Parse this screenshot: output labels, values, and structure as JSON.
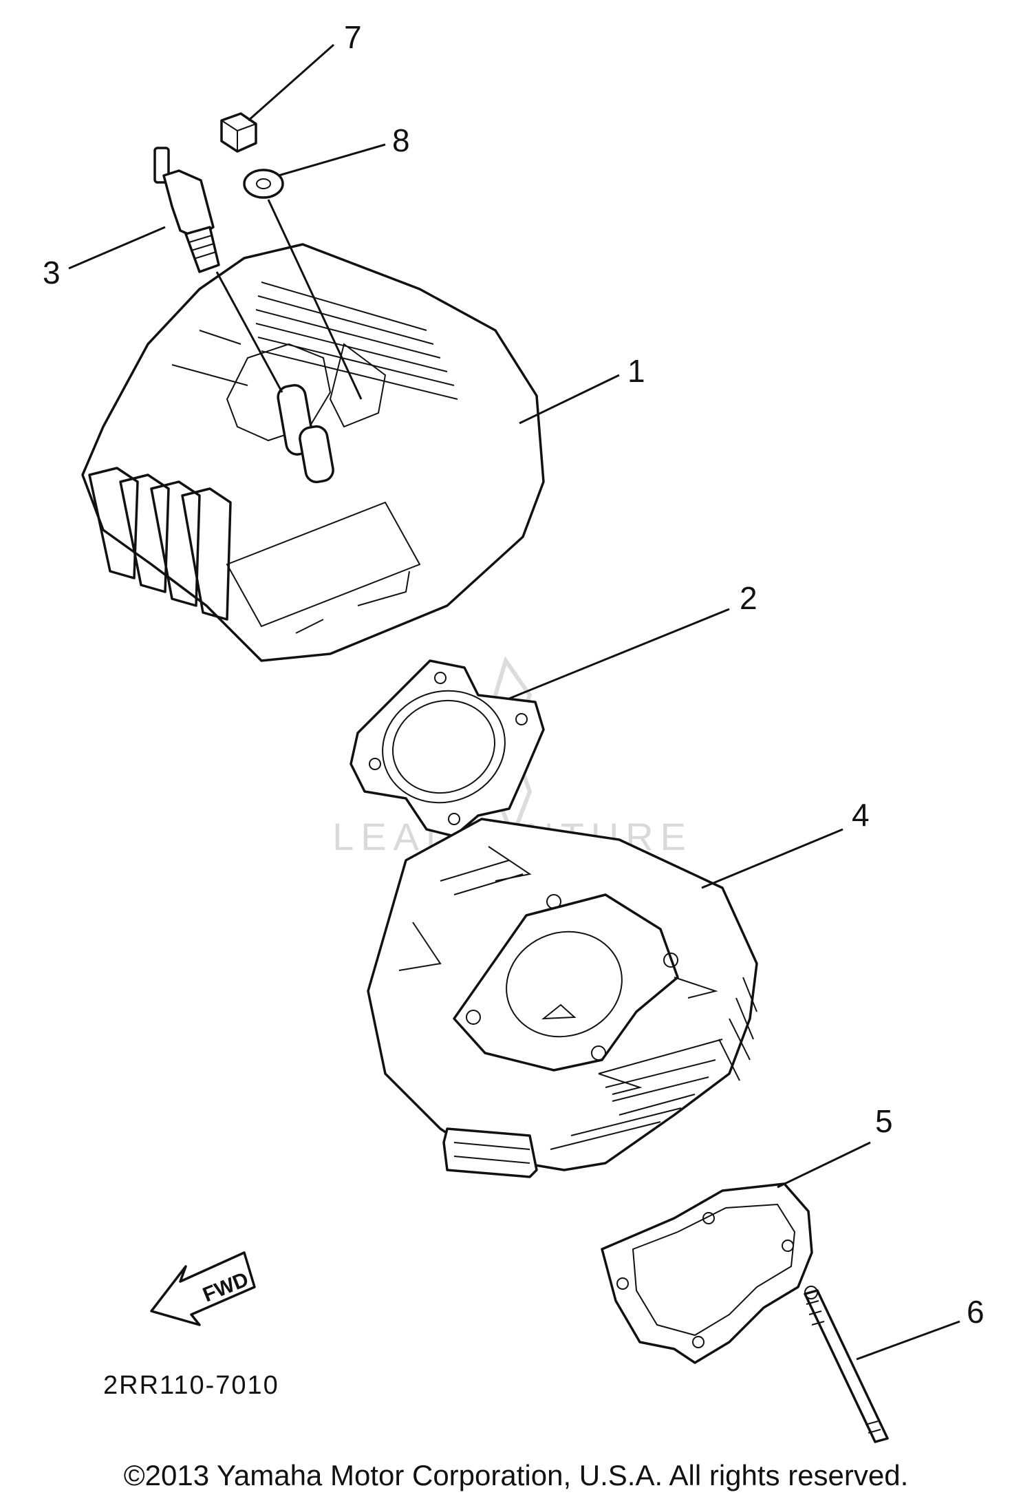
{
  "callouts": [
    {
      "id": "7",
      "label": "7"
    },
    {
      "id": "8",
      "label": "8"
    },
    {
      "id": "3",
      "label": "3"
    },
    {
      "id": "1",
      "label": "1"
    },
    {
      "id": "2",
      "label": "2"
    },
    {
      "id": "4",
      "label": "4"
    },
    {
      "id": "5",
      "label": "5"
    },
    {
      "id": "6",
      "label": "6"
    }
  ],
  "fwd_label": "FWD",
  "diagram_code": "2RR110-7010",
  "watermark": "LEADVENTURE",
  "copyright": "©2013 Yamaha Motor Corporation, U.S.A. All rights reserved.",
  "colors": {
    "line": "#111111",
    "background": "#ffffff",
    "watermark": "#d9d9d9"
  }
}
